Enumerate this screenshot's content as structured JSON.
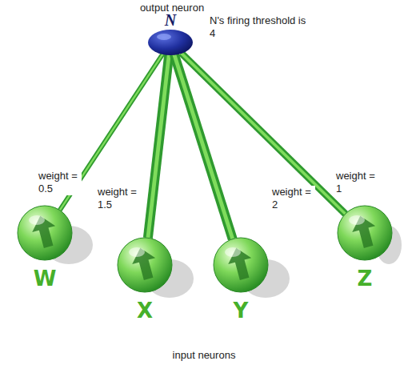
{
  "diagram": {
    "nodes": [
      {
        "text": [
          "N"
        ]
      },
      {
        "text": [
          "W"
        ]
      },
      {
        "text": [
          "X"
        ]
      },
      {
        "text": [
          "Y"
        ]
      },
      {
        "text": [
          "Z"
        ]
      }
    ],
    "edges": [
      {
        "from": 1,
        "to": 0,
        "arrow": "none",
        "label": "weight = 0.5"
      },
      {
        "from": 2,
        "to": 0,
        "arrow": "none",
        "label": "weight = 1.5"
      },
      {
        "from": 3,
        "to": 0,
        "arrow": "none",
        "label": "weight = 2"
      },
      {
        "from": 4,
        "to": 0,
        "arrow": "none",
        "label": "weight = 1"
      }
    ],
    "labels": [
      "output neuron",
      "N's firing threshold is 4",
      "input neurons"
    ]
  }
}
